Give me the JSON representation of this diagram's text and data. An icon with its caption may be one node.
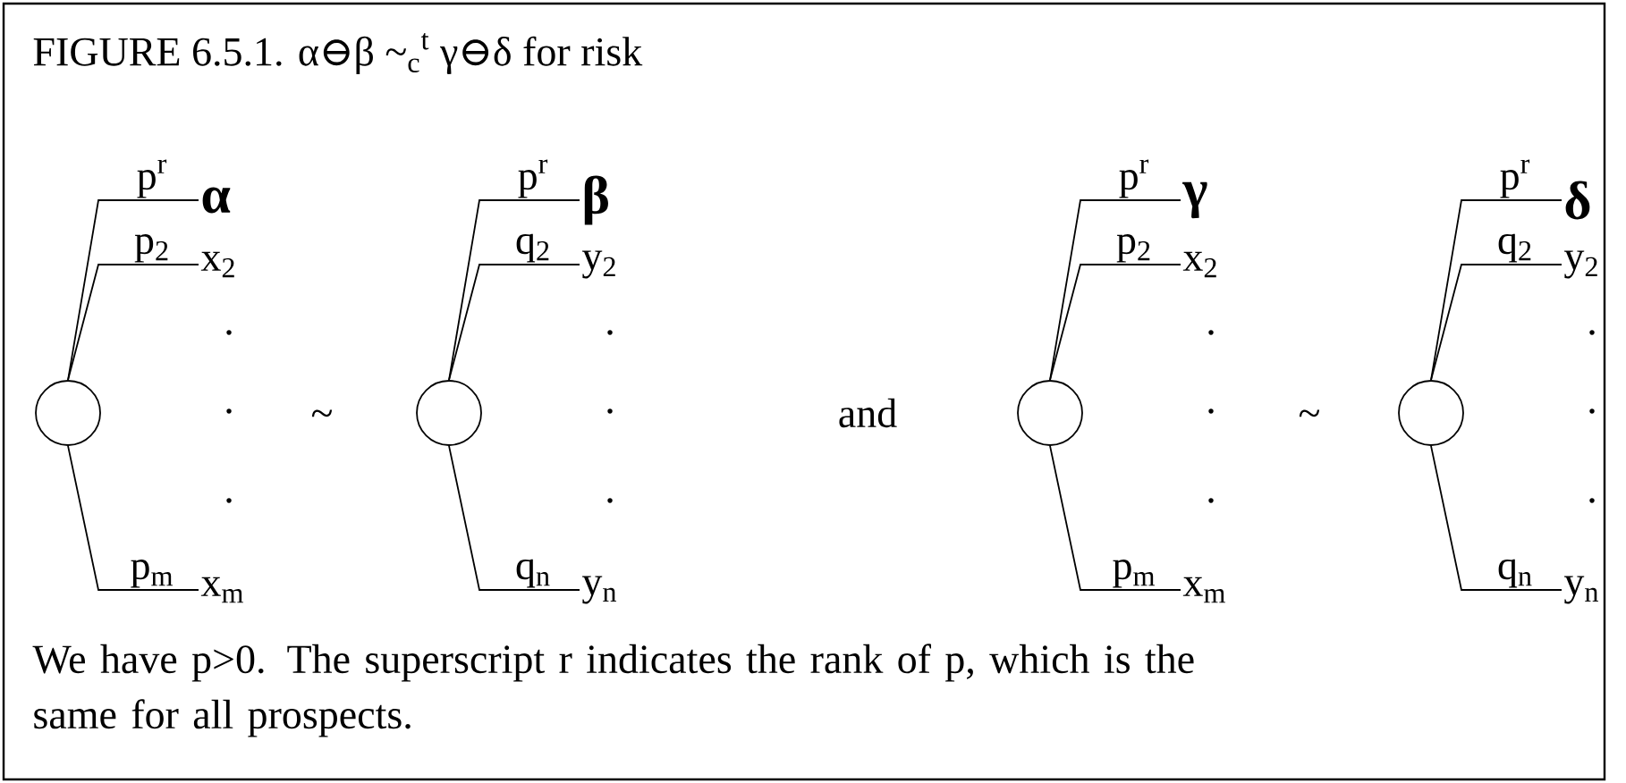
{
  "diagram": {
    "title": "FIGURE 6.5.1. α⊖β ~$_{c}$$^{t}$ γ⊖δ for risk",
    "caption": "We have p>0.  The superscript r indicates the rank of p, which is the same for all prospects.",
    "nodes": [
      {
        "text": [],
        "shape": "circle"
      },
      {
        "text": [
          "α"
        ]
      },
      {
        "text": [
          "x$_{2}$"
        ]
      },
      {
        "text": [
          "x$_{m}$"
        ]
      },
      {
        "text": [],
        "shape": "circle"
      },
      {
        "text": [
          "β"
        ]
      },
      {
        "text": [
          "y$_{2}$"
        ]
      },
      {
        "text": [
          "y$_{n}$"
        ]
      },
      {
        "text": [],
        "shape": "circle"
      },
      {
        "text": [
          "γ"
        ]
      },
      {
        "text": [
          "x$_{2}$"
        ]
      },
      {
        "text": [
          "x$_{m}$"
        ]
      },
      {
        "text": [],
        "shape": "circle"
      },
      {
        "text": [
          "δ"
        ]
      },
      {
        "text": [
          "y$_{2}$"
        ]
      },
      {
        "text": [
          "y$_{n}$"
        ]
      }
    ],
    "edges": [
      {
        "from": 0,
        "to": 1,
        "arrow": "none",
        "label": "p$^{r}$"
      },
      {
        "from": 0,
        "to": 2,
        "arrow": "none",
        "label": "p$_{2}$"
      },
      {
        "from": 0,
        "to": 3,
        "arrow": "none",
        "label": "p$_{m}$"
      },
      {
        "from": 4,
        "to": 5,
        "arrow": "none",
        "label": "p$^{r}$"
      },
      {
        "from": 4,
        "to": 6,
        "arrow": "none",
        "label": "q$_{2}$"
      },
      {
        "from": 4,
        "to": 7,
        "arrow": "none",
        "label": "q$_{n}$"
      },
      {
        "from": 8,
        "to": 9,
        "arrow": "none",
        "label": "p$^{r}$"
      },
      {
        "from": 8,
        "to": 10,
        "arrow": "none",
        "label": "p$_{2}$"
      },
      {
        "from": 8,
        "to": 11,
        "arrow": "none",
        "label": "p$_{m}$"
      },
      {
        "from": 12,
        "to": 13,
        "arrow": "none",
        "label": "p$^{r}$"
      },
      {
        "from": 12,
        "to": 14,
        "arrow": "none",
        "label": "q$_{2}$"
      },
      {
        "from": 12,
        "to": 15,
        "arrow": "none",
        "label": "q$_{n}$"
      }
    ],
    "labels": [
      ".",
      ".",
      ".",
      "~",
      ".",
      ".",
      ".",
      "and",
      ".",
      ".",
      ".",
      "~",
      ".",
      ".",
      "."
    ]
  }
}
